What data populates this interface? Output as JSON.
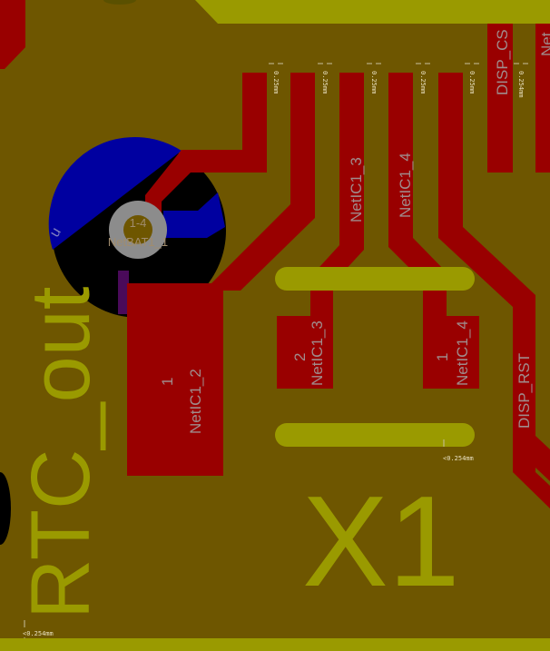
{
  "colors": {
    "board": "#6e5600",
    "copper_top": "#990000",
    "copper_bottom": "#0000a0",
    "silkscreen": "#9a9a00",
    "pad_ring": "#8c8c8c",
    "keepout": "#000000"
  },
  "component": {
    "designator": "X1",
    "silk_label": "RTC_out"
  },
  "via": {
    "pin": "1-4",
    "net": "NetBAT1_1"
  },
  "pads": [
    {
      "pin": "1",
      "net": "NetIC1_2"
    },
    {
      "pin": "2",
      "net": "NetIC1_3"
    },
    {
      "pin": "1",
      "net": "NetIC1_4"
    }
  ],
  "traces": [
    "NetIC1_3",
    "NetIC1_4",
    "DISP_RST",
    "DISP_CS",
    "Net"
  ],
  "bottom_partial_text": "u",
  "clearances": {
    "pin_gap": "0.25mm",
    "pin_gap_last": "0.254mm",
    "crystal_gap": "<0.254mm",
    "edge_gap": "<0.254mm"
  }
}
